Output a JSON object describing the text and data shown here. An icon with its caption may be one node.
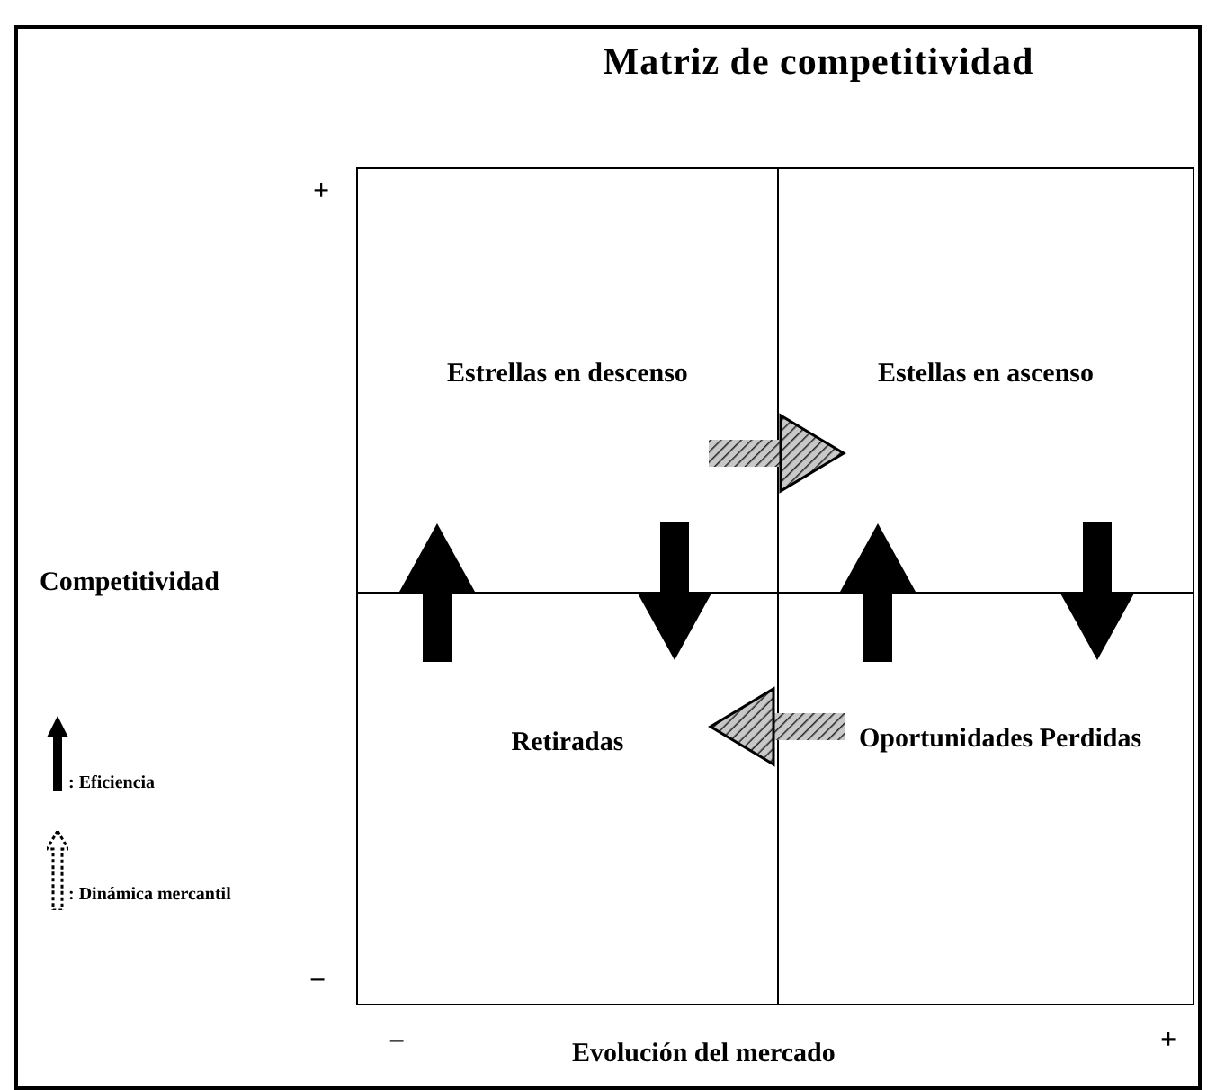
{
  "diagram": {
    "title": "Matriz de competitividad",
    "nodes": [
      {
        "text": [
          "Estrellas en descenso"
        ]
      },
      {
        "text": [
          "Estellas en ascenso"
        ]
      },
      {
        "text": [
          "Retiradas"
        ]
      },
      {
        "text": [
          "Oportunidades Perdidas"
        ]
      }
    ],
    "edges": [
      {
        "from": 0,
        "to": 1,
        "arrow": "to",
        "color": "#c8c8c8"
      },
      {
        "from": 2,
        "to": 0,
        "arrow": "to"
      },
      {
        "from": 0,
        "to": 2,
        "arrow": "to"
      },
      {
        "from": 3,
        "to": 1,
        "arrow": "to"
      },
      {
        "from": 1,
        "to": 3,
        "arrow": "to"
      },
      {
        "from": 3,
        "to": 2,
        "arrow": "to",
        "color": "#c8c8c8"
      }
    ],
    "labels": [
      "+",
      "Competitividad",
      "−",
      "−",
      "Evolución del mercado",
      "+"
    ],
    "legend": [
      {
        "text": ": Eficiencia"
      },
      {
        "text": ": Dinámica mercantil"
      }
    ]
  }
}
